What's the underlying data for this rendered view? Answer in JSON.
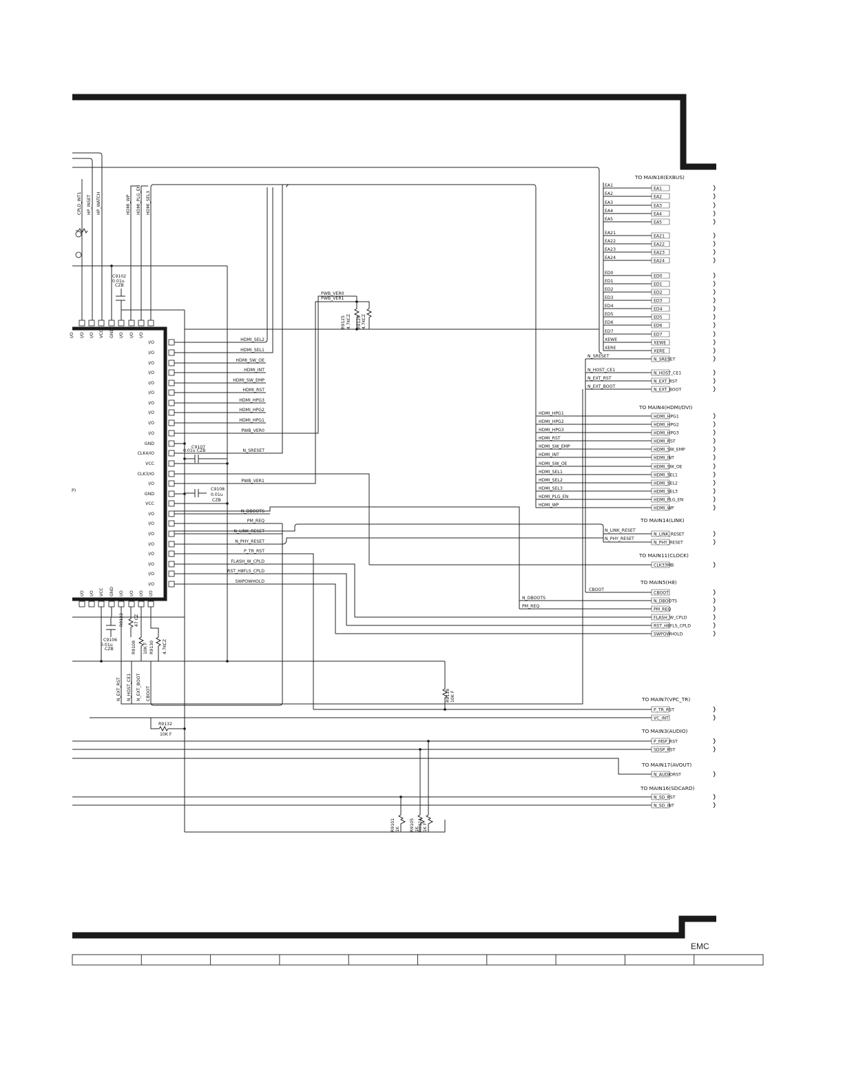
{
  "footer": {
    "emc_label": "EMC"
  },
  "top_labels": [
    "CPLD_INT1",
    "HP_INSET",
    "HP_WATCH",
    "HDMI_WP",
    "HDMI_PLG_EN",
    "HDMI_SEL3"
  ],
  "top_pins": [
    "I/O",
    "I/O",
    "VCC",
    "GND",
    "I/O",
    "I/O",
    "I/O"
  ],
  "left_text": "P)",
  "ic_pins": [
    "I/O",
    "I/O",
    "I/O",
    "I/O",
    "I/O",
    "I/O",
    "I/O",
    "I/O",
    "I/O",
    "I/O",
    "GND",
    "CLK4/IO",
    "VCC",
    "CLK3/IO",
    "I/O",
    "GND",
    "VCC",
    "I/O",
    "I/O",
    "I/O",
    "I/O",
    "I/O",
    "I/O",
    "I/O",
    "I/O"
  ],
  "ic_nets": [
    "HDMI_SEL2",
    "HDMI_SEL1",
    "HDMI_SW_OE",
    "HDMI_INT",
    "HDMI_SW_EMP",
    "HDMI_RST",
    "HDMI_HPG3",
    "HDMI_HPG2",
    "HDMI_HPG1",
    "PWB_VER0",
    "",
    "N_SRESET",
    "",
    "",
    "PWB_VER1",
    "",
    "",
    "N_DBOOTS",
    "PM_REQ",
    "N_LINK_RESET",
    "N_PHY_RESET",
    "P_TR_RST",
    "FLASH_W_CPLD",
    "RST_H8FLS_CPLD",
    "SWPOWHOLD"
  ],
  "bottom_pins": [
    "I/O",
    "I/O",
    "VCC",
    "GND",
    "I/O",
    "I/O",
    "I/O",
    "I/O"
  ],
  "bottom_labels": [
    "N_EXT_RST",
    "N_HOST_CE1",
    "N_EXT_BOOT",
    "CBOOT"
  ],
  "components": {
    "c9102": [
      "C9102",
      "0.01u",
      "CZB"
    ],
    "c9107": [
      "C9107",
      "0.01u CZB"
    ],
    "c9108": [
      "C9108",
      "0.01u",
      "CZB"
    ],
    "c9106": [
      "C9106",
      "0.01u",
      "CZB"
    ],
    "r9122": [
      "R9122",
      "47 CZ"
    ],
    "r9108": [
      "R9108",
      "10K F"
    ],
    "r9130": [
      "R9130",
      "4.7KCZ"
    ],
    "r9125": [
      "R9125",
      "4.7KCZ"
    ],
    "r9126": [
      "R9126",
      "4.7KCZ"
    ],
    "r9118": [
      "R9118",
      "10K F"
    ],
    "r9132": [
      "R9132",
      "10K F"
    ],
    "r9101": [
      "R9101",
      "1K"
    ],
    "r9105": [
      "R9105",
      "1K"
    ],
    "r9124": [
      "R9124",
      "1K F"
    ],
    "pwb_ver0": "PWB_VER0",
    "pwb_ver1": "PWB_VER1"
  },
  "connectors": {
    "exbus": {
      "header": "TO MAIN18(EXBUS)",
      "nets": [
        "EA1",
        "EA2",
        "EA3",
        "EA4",
        "EA5",
        "EA21",
        "EA22",
        "EA23",
        "EA24",
        "ED0",
        "ED1",
        "ED2",
        "ED3",
        "ED4",
        "ED5",
        "ED6",
        "ED7",
        "XEWE",
        "XERE",
        "N_SRESET",
        "N_HOST_CE1",
        "N_EXT_RST",
        "N_EXT_BOOT"
      ]
    },
    "hdmi": {
      "header": "TO MAIN4(HDMI/DVI)",
      "nets": [
        "HDMI_HPG1",
        "HDMI_HPG2",
        "HDMI_HPG3",
        "HDMI_RST",
        "HDMI_SW_EMP",
        "HDMI_INT",
        "HDMI_SW_OE",
        "HDMI_SEL1",
        "HDMI_SEL2",
        "HDMI_SEL3",
        "HDMI_PLG_EN",
        "HDMI_WP"
      ]
    },
    "link": {
      "header": "TO MAIN14(LINK)",
      "nets": [
        "N_LINK_RESET",
        "N_PHY_RESET"
      ]
    },
    "clock": {
      "header": "TO MAIN11(CLOCK)",
      "nets": [
        "CLK33MB"
      ]
    },
    "h8": {
      "header": "TO MAIN5(H8)",
      "nets": [
        "CBOOT",
        "N_DBOOTS",
        "PM_REQ",
        "FLASH_W_CPLD",
        "RST_H8FLS_CPLD",
        "SWPOWHOLD"
      ]
    },
    "vpc": {
      "header": "TO MAIN7(VPC_TR)",
      "nets": [
        "P_TR_RST",
        "VC_INT"
      ]
    },
    "audio": {
      "header": "TO MAIN3(AUDIO)",
      "nets": [
        "P_MSP_RST",
        "SDSP_RST"
      ]
    },
    "avout": {
      "header": "TO MAIN17(AVOUT)",
      "nets": [
        "N_AUDIORST"
      ]
    },
    "sdcard": {
      "header": "TO MAIN16(SDCARD)",
      "nets": [
        "N_SD_RST",
        "N_SD_INT"
      ]
    }
  }
}
